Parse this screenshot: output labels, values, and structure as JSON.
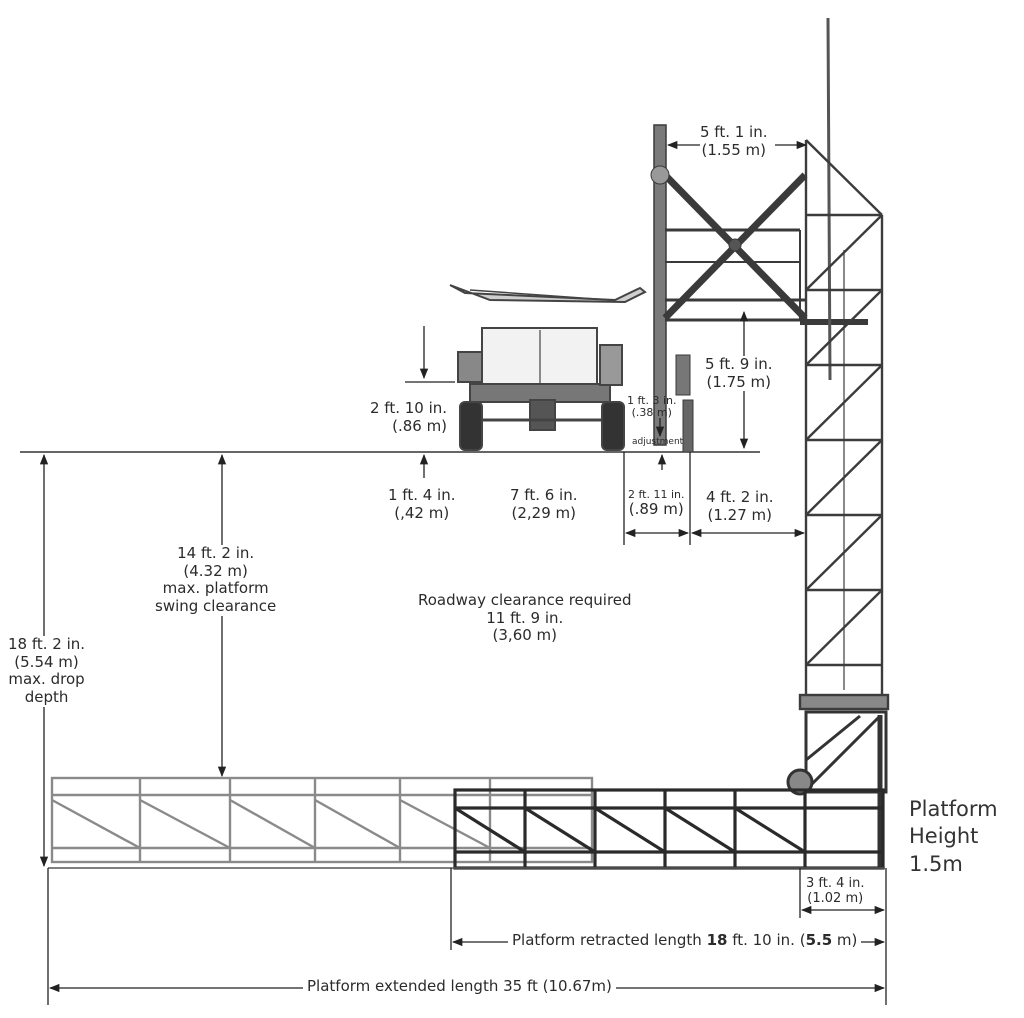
{
  "dimensions": {
    "top_width": {
      "imperial": "5 ft. 1 in.",
      "metric": "(1.55 m)"
    },
    "vertical_reach": {
      "imperial": "5 ft. 9 in.",
      "metric": "(1.75 m)"
    },
    "truck_offset": {
      "imperial": "2 ft. 10 in.",
      "metric": "(.86 m)"
    },
    "adjustment": {
      "imperial": "1 ft. 3 in.",
      "metric": "(.38 m)",
      "note": "adjustment"
    },
    "ground_offset": {
      "imperial": "1 ft. 4 in.",
      "metric": "(,42 m)"
    },
    "truck_width": {
      "imperial": "7 ft. 6 in.",
      "metric": "(2,29 m)"
    },
    "outrigger": {
      "imperial": "2 ft. 11 in.",
      "metric": "(.89 m)"
    },
    "tower_offset": {
      "imperial": "4 ft. 2 in.",
      "metric": "(1.27 m)"
    },
    "swing_clearance": {
      "imperial": "14 ft. 2 in.",
      "metric": "(4.32 m)",
      "line1": "max. platform",
      "line2": "swing clearance"
    },
    "drop_depth": {
      "imperial": "18 ft. 2 in.",
      "metric": "(5.54 m)",
      "line1": "max. drop",
      "line2": "depth"
    },
    "roadway": {
      "line1": "Roadway clearance required",
      "imperial": "11 ft. 9 in.",
      "metric": "(3,60 m)"
    },
    "platform_depth": {
      "imperial": "3 ft. 4 in.",
      "metric": "(1.02 m)"
    }
  },
  "platform_height": {
    "line1": "Platform",
    "line2": "Height",
    "line3": "1.5m"
  },
  "retracted": {
    "prefix": "Platform retracted length ",
    "ft": "18",
    "mid": " ft. 10 in. (",
    "m": "5.5",
    "suffix": " m)"
  },
  "extended": {
    "text": "Platform extended length 35 ft (10.67m)"
  }
}
